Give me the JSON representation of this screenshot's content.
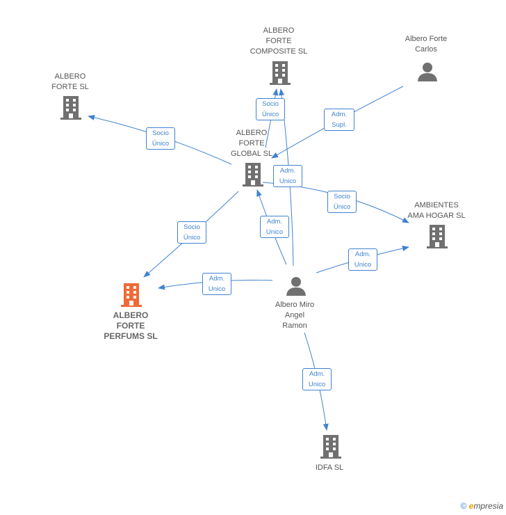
{
  "colors": {
    "edge": "#3f82d0",
    "company": "#707070",
    "person": "#707070",
    "focus": "#f06a35"
  },
  "nodes": {
    "composite": {
      "label": "ALBERO\nFORTE\nCOMPOSITE SL",
      "icon": "building-icon"
    },
    "forte_carlos": {
      "label": "Albero Forte\nCarlos",
      "icon": "person-icon"
    },
    "forte_sl": {
      "label": "ALBERO\nFORTE  SL",
      "icon": "building-icon"
    },
    "global": {
      "label": "ALBERO\nFORTE\nGLOBAL  SL",
      "icon": "building-icon"
    },
    "ambientes": {
      "label": "AMBIENTES\nAMA HOGAR SL",
      "icon": "building-icon"
    },
    "perfums": {
      "label": "ALBERO\nFORTE\nPERFUMS  SL",
      "icon": "building-icon"
    },
    "miro": {
      "label": "Albero Miro\nAngel\nRamon",
      "icon": "person-icon"
    },
    "idfa": {
      "label": "IDFA SL",
      "icon": "building-icon"
    }
  },
  "edges": {
    "socio_composite": "Socio\nÚnico",
    "adm_supl": "Adm.\nSupl.",
    "socio_forte": "Socio\nÚnico",
    "adm_global_top": "Adm.\nUnico",
    "socio_ambientes": "Socio\nÚnico",
    "socio_perfums": "Socio\nÚnico",
    "adm_global_mid": "Adm.\nUnico",
    "adm_perfums": "Adm.\nUnico",
    "adm_ambientes": "Adm.\nUnico",
    "adm_idfa": "Adm.\nUnico"
  },
  "footer": {
    "copyright": "©",
    "brand_first": "e",
    "brand_rest": "mpresia"
  }
}
